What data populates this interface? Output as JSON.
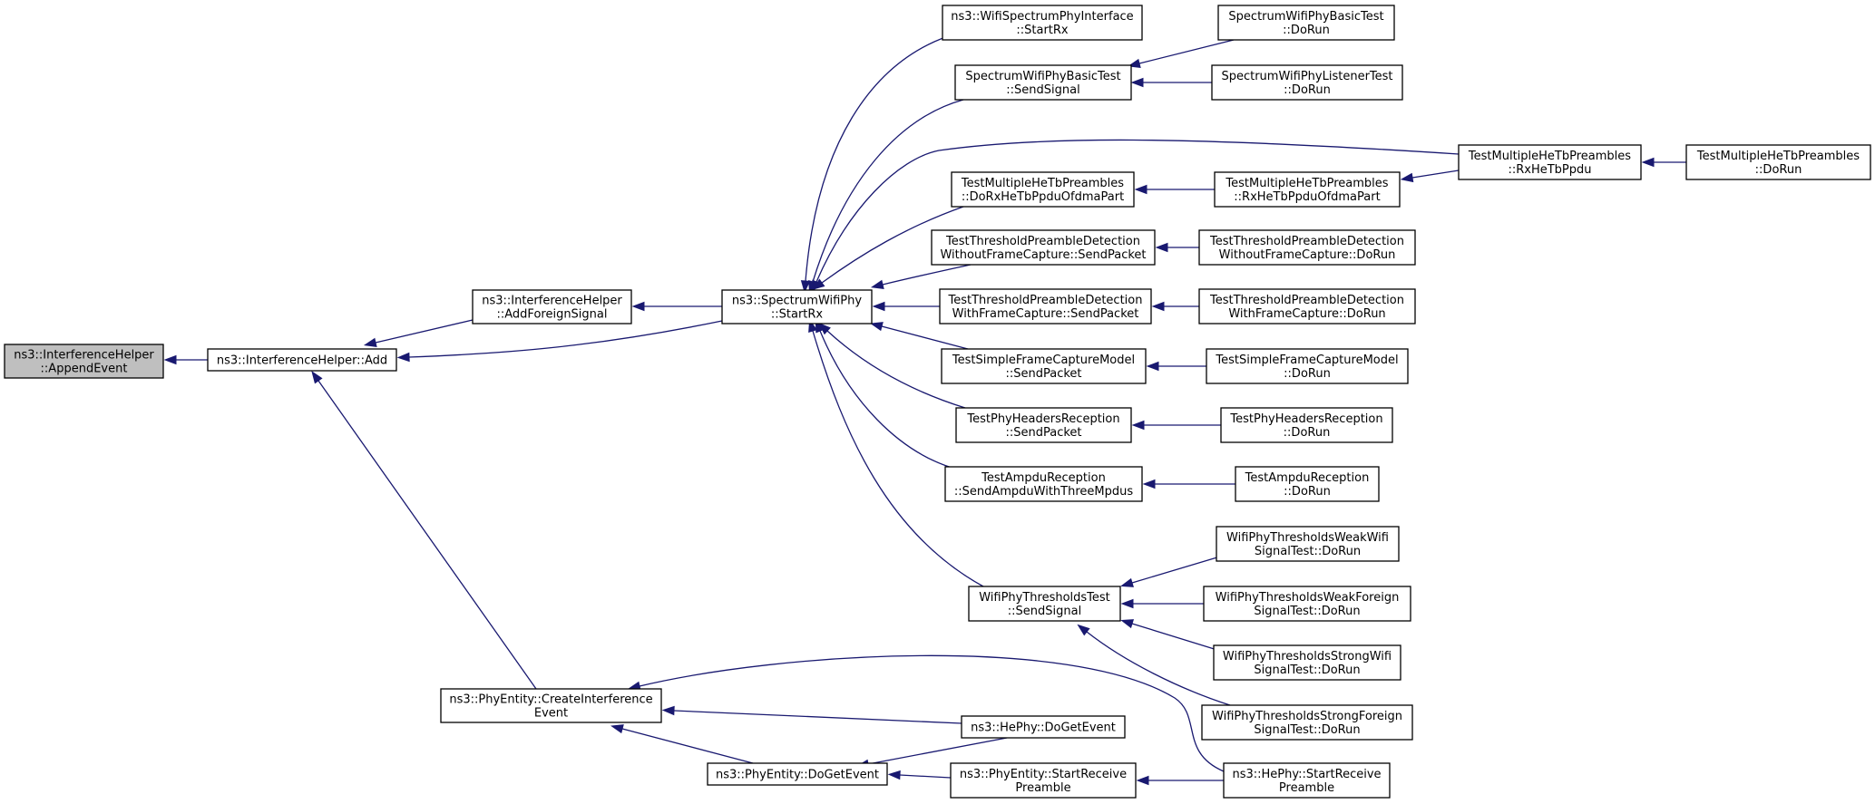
{
  "diagram": {
    "nodes": [
      {
        "id": "append_event",
        "lines": [
          "ns3::InterferenceHelper",
          "::AppendEvent"
        ],
        "highlight": true
      },
      {
        "id": "ih_add",
        "lines": [
          "ns3::InterferenceHelper::Add"
        ]
      },
      {
        "id": "add_foreign_signal",
        "lines": [
          "ns3::InterferenceHelper",
          "::AddForeignSignal"
        ]
      },
      {
        "id": "swp_startrx",
        "lines": [
          "ns3::SpectrumWifiPhy",
          "::StartRx"
        ]
      },
      {
        "id": "wspi_startrx",
        "lines": [
          "ns3::WifiSpectrumPhyInterface",
          "::StartRx"
        ]
      },
      {
        "id": "swpbt_sendsignal",
        "lines": [
          "SpectrumWifiPhyBasicTest",
          "::SendSignal"
        ]
      },
      {
        "id": "swpbt_dorun",
        "lines": [
          "SpectrumWifiPhyBasicTest",
          "::DoRun"
        ]
      },
      {
        "id": "swplt_dorun",
        "lines": [
          "SpectrumWifiPhyListenerTest",
          "::DoRun"
        ]
      },
      {
        "id": "tmhtp_rxhetbppdu",
        "lines": [
          "TestMultipleHeTbPreambles",
          "::RxHeTbPpdu"
        ]
      },
      {
        "id": "tmhtp_dorun",
        "lines": [
          "TestMultipleHeTbPreambles",
          "::DoRun"
        ]
      },
      {
        "id": "tmhtp_dorxofdma",
        "lines": [
          "TestMultipleHeTbPreambles",
          "::DoRxHeTbPpduOfdmaPart"
        ]
      },
      {
        "id": "tmhtp_rxofdma",
        "lines": [
          "TestMultipleHeTbPreambles",
          "::RxHeTbPpduOfdmaPart"
        ]
      },
      {
        "id": "tpd_wo_send",
        "lines": [
          "TestThresholdPreambleDetection",
          "WithoutFrameCapture::SendPacket"
        ]
      },
      {
        "id": "tpd_wo_dorun",
        "lines": [
          "TestThresholdPreambleDetection",
          "WithoutFrameCapture::DoRun"
        ]
      },
      {
        "id": "tpd_w_send",
        "lines": [
          "TestThresholdPreambleDetection",
          "WithFrameCapture::SendPacket"
        ]
      },
      {
        "id": "tpd_w_dorun",
        "lines": [
          "TestThresholdPreambleDetection",
          "WithFrameCapture::DoRun"
        ]
      },
      {
        "id": "tsfcm_send",
        "lines": [
          "TestSimpleFrameCaptureModel",
          "::SendPacket"
        ]
      },
      {
        "id": "tsfcm_dorun",
        "lines": [
          "TestSimpleFrameCaptureModel",
          "::DoRun"
        ]
      },
      {
        "id": "tphr_send",
        "lines": [
          "TestPhyHeadersReception",
          "::SendPacket"
        ]
      },
      {
        "id": "tphr_dorun",
        "lines": [
          "TestPhyHeadersReception",
          "::DoRun"
        ]
      },
      {
        "id": "tar_send",
        "lines": [
          "TestAmpduReception",
          "::SendAmpduWithThreeMpdus"
        ]
      },
      {
        "id": "tar_dorun",
        "lines": [
          "TestAmpduReception",
          "::DoRun"
        ]
      },
      {
        "id": "wptt_sendsignal",
        "lines": [
          "WifiPhyThresholdsTest",
          "::SendSignal"
        ]
      },
      {
        "id": "wpt_weakwifi",
        "lines": [
          "WifiPhyThresholdsWeakWifi",
          "SignalTest::DoRun"
        ]
      },
      {
        "id": "wpt_weakforeign",
        "lines": [
          "WifiPhyThresholdsWeakForeign",
          "SignalTest::DoRun"
        ]
      },
      {
        "id": "wpt_strongwifi",
        "lines": [
          "WifiPhyThresholdsStrongWifi",
          "SignalTest::DoRun"
        ]
      },
      {
        "id": "wpt_strongforeign",
        "lines": [
          "WifiPhyThresholdsStrongForeign",
          "SignalTest::DoRun"
        ]
      },
      {
        "id": "pe_create",
        "lines": [
          "ns3::PhyEntity::CreateInterference",
          "Event"
        ]
      },
      {
        "id": "hephy_dogetevent",
        "lines": [
          "ns3::HePhy::DoGetEvent"
        ]
      },
      {
        "id": "pe_dogetevent",
        "lines": [
          "ns3::PhyEntity::DoGetEvent"
        ]
      },
      {
        "id": "pe_startrecv",
        "lines": [
          "ns3::PhyEntity::StartReceive",
          "Preamble"
        ]
      },
      {
        "id": "hephy_startrecv",
        "lines": [
          "ns3::HePhy::StartReceive",
          "Preamble"
        ]
      }
    ],
    "edges": [
      {
        "from": "ih_add",
        "to": "append_event"
      },
      {
        "from": "add_foreign_signal",
        "to": "ih_add"
      },
      {
        "from": "swp_startrx",
        "to": "ih_add"
      },
      {
        "from": "pe_create",
        "to": "ih_add"
      },
      {
        "from": "swp_startrx",
        "to": "add_foreign_signal"
      },
      {
        "from": "wspi_startrx",
        "to": "swp_startrx"
      },
      {
        "from": "swpbt_sendsignal",
        "to": "swp_startrx"
      },
      {
        "from": "tmhtp_rxhetbppdu",
        "to": "swp_startrx"
      },
      {
        "from": "tmhtp_dorxofdma",
        "to": "swp_startrx"
      },
      {
        "from": "tpd_wo_send",
        "to": "swp_startrx"
      },
      {
        "from": "tpd_w_send",
        "to": "swp_startrx"
      },
      {
        "from": "tsfcm_send",
        "to": "swp_startrx"
      },
      {
        "from": "tphr_send",
        "to": "swp_startrx"
      },
      {
        "from": "tar_send",
        "to": "swp_startrx"
      },
      {
        "from": "wptt_sendsignal",
        "to": "swp_startrx"
      },
      {
        "from": "swpbt_dorun",
        "to": "swpbt_sendsignal"
      },
      {
        "from": "swplt_dorun",
        "to": "swpbt_sendsignal"
      },
      {
        "from": "tmhtp_rxofdma",
        "to": "tmhtp_dorxofdma"
      },
      {
        "from": "tmhtp_rxhetbppdu",
        "to": "tmhtp_rxofdma"
      },
      {
        "from": "tmhtp_dorun",
        "to": "tmhtp_rxhetbppdu"
      },
      {
        "from": "tpd_wo_dorun",
        "to": "tpd_wo_send"
      },
      {
        "from": "tpd_w_dorun",
        "to": "tpd_w_send"
      },
      {
        "from": "tsfcm_dorun",
        "to": "tsfcm_send"
      },
      {
        "from": "tphr_dorun",
        "to": "tphr_send"
      },
      {
        "from": "tar_dorun",
        "to": "tar_send"
      },
      {
        "from": "wpt_weakwifi",
        "to": "wptt_sendsignal"
      },
      {
        "from": "wpt_weakforeign",
        "to": "wptt_sendsignal"
      },
      {
        "from": "wpt_strongwifi",
        "to": "wptt_sendsignal"
      },
      {
        "from": "wpt_strongforeign",
        "to": "wptt_sendsignal"
      },
      {
        "from": "hephy_dogetevent",
        "to": "pe_create"
      },
      {
        "from": "pe_dogetevent",
        "to": "pe_create"
      },
      {
        "from": "hephy_startrecv",
        "to": "pe_create"
      },
      {
        "from": "hephy_dogetevent",
        "to": "pe_dogetevent"
      },
      {
        "from": "pe_startrecv",
        "to": "pe_dogetevent"
      },
      {
        "from": "hephy_startrecv",
        "to": "pe_startrecv"
      }
    ]
  }
}
